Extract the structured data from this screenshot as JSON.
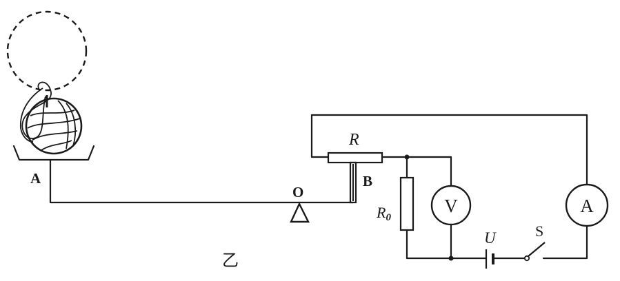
{
  "labels": {
    "point_a": "A",
    "point_b": "B",
    "pivot_o": "O",
    "rheostat_r": "R",
    "resistor_r0_main": "R",
    "resistor_r0_sub": "0",
    "voltmeter": "V",
    "ammeter": "A",
    "source_u": "U",
    "switch_s": "S",
    "figure_caption": "乙"
  },
  "icons": {
    "ball": "striped-ball-icon",
    "ghost_circle": "dashed-circle-icon",
    "pivot": "triangle-fulcrum-icon"
  },
  "colors": {
    "ink": "#1a1a1a",
    "background": "#ffffff"
  }
}
